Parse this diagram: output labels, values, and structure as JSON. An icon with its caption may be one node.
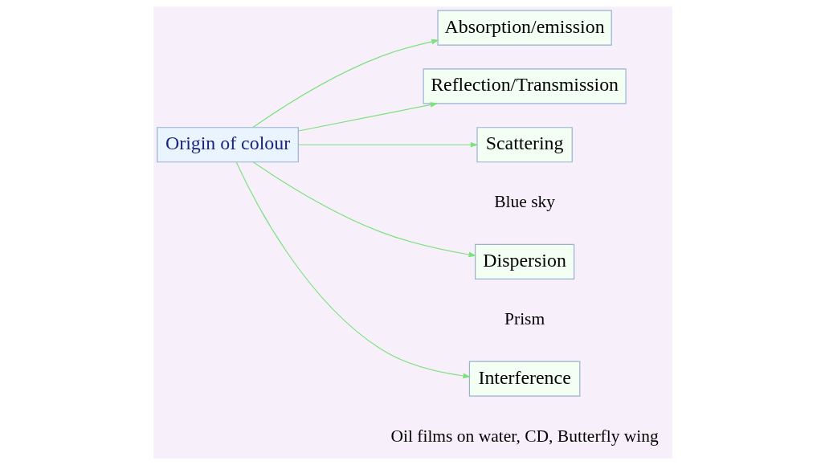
{
  "diagram": {
    "nodes": [
      {
        "text": [
          "Origin of colour"
        ]
      },
      {
        "text": [
          "Absorption/emission"
        ]
      },
      {
        "text": [
          "Reflection/Transmission"
        ]
      },
      {
        "text": [
          "Scattering"
        ],
        "beside": [
          "Blue sky"
        ]
      },
      {
        "text": [
          "Dispersion"
        ],
        "beside": [
          "Prism"
        ]
      },
      {
        "text": [
          "Interference"
        ],
        "beside": [
          "Oil films on water, CD, Butterfly wing"
        ]
      }
    ],
    "edges": [
      {
        "from": 0,
        "to": 1,
        "arrow": "to"
      },
      {
        "from": 0,
        "to": 2,
        "arrow": "to"
      },
      {
        "from": 0,
        "to": 3,
        "arrow": "to"
      },
      {
        "from": 0,
        "to": 4,
        "arrow": "to"
      },
      {
        "from": 0,
        "to": 5,
        "arrow": "to"
      }
    ]
  }
}
